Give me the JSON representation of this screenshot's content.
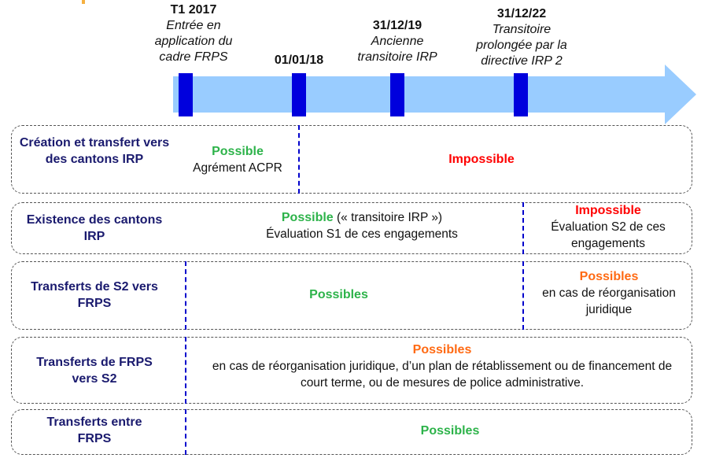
{
  "colors": {
    "possible": "#2db34a",
    "impossible": "#ff0000",
    "possibles_conditional": "#ff6a13",
    "label": "#1a1a6e",
    "marker": "#0000dd",
    "arrow": "#99ccff"
  },
  "milestones": [
    {
      "date": "T1 2017",
      "desc": "Entrée en application du cadre FRPS"
    },
    {
      "date": "01/01/18",
      "desc": ""
    },
    {
      "date": "31/12/19",
      "desc": "Ancienne transitoire IRP"
    },
    {
      "date": "31/12/22",
      "desc": "Transitoire prolongée par la directive IRP 2"
    }
  ],
  "rows": [
    {
      "label": "Création et transfert vers des cantons IRP",
      "cells": [
        {
          "status": "Possible",
          "detail": "Agrément ACPR"
        },
        {
          "status": "Impossible",
          "detail": ""
        }
      ]
    },
    {
      "label": "Existence des cantons IRP",
      "cells": [
        {
          "status": "Possible",
          "status_suffix": "(« transitoire IRP »)",
          "detail": "Évaluation S1 de ces engagements"
        },
        {
          "status": "Impossible",
          "detail": "Évaluation S2 de ces engagements"
        }
      ]
    },
    {
      "label": "Transferts de S2 vers FRPS",
      "cells": [
        {
          "status": "Possibles",
          "detail": ""
        },
        {
          "status": "Possibles",
          "detail": "en cas de réorganisation juridique"
        }
      ]
    },
    {
      "label": "Transferts de FRPS vers S2",
      "cells": [
        {
          "status": "Possibles",
          "detail": "en cas de réorganisation juridique, d’un plan de rétablissement ou de financement de court terme, ou de mesures de police administrative."
        }
      ]
    },
    {
      "label": "Transferts entre FRPS",
      "cells": [
        {
          "status": "Possibles",
          "detail": ""
        }
      ]
    }
  ]
}
